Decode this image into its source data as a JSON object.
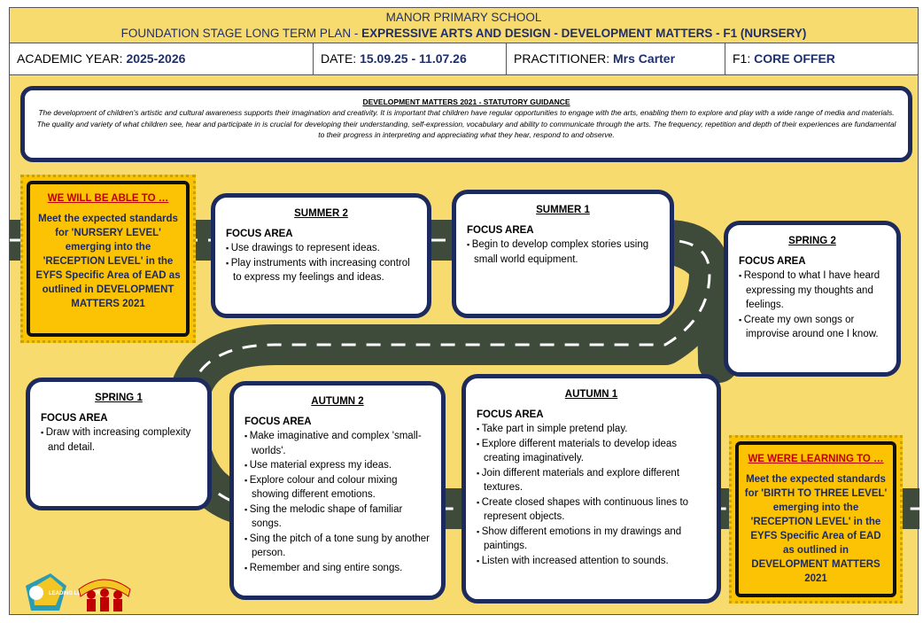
{
  "header": {
    "school": "MANOR PRIMARY SCHOOL",
    "plan_prefix": "FOUNDATION STAGE LONG TERM PLAN - ",
    "plan_subject": "EXPRESSIVE ARTS AND DESIGN - DEVELOPMENT MATTERS - F1 (NURSERY)"
  },
  "info": {
    "year_label": "ACADEMIC YEAR: ",
    "year_value": "2025-2026",
    "date_label": "DATE:  ",
    "date_value": "15.09.25 - 11.07.26",
    "practitioner_label": "PRACTITIONER: ",
    "practitioner_value": "Mrs Carter",
    "offer_label": "F1: ",
    "offer_value": "CORE OFFER"
  },
  "guidance": {
    "title": "DEVELOPMENT MATTERS 2021 - STATUTORY GUIDANCE",
    "text": "The development of children's artistic and cultural awareness supports their imagination and creativity. It is important that children have regular opportunities to engage with the arts, enabling them to explore and play with a wide range of media and materials. The quality and variety of what children see, hear and participate in is crucial for developing their understanding, self-expression, vocabulary and ability to communicate through the arts. The frequency, repetition and depth of their experiences are fundamental to their progress in interpreting and appreciating what they hear, respond to and observe."
  },
  "will_be_able": {
    "title": "WE WILL BE ABLE TO …",
    "text": "Meet the expected standards for 'NURSERY LEVEL' emerging into the 'RECEPTION LEVEL' in the EYFS Specific Area of EAD as outlined in DEVELOPMENT MATTERS 2021"
  },
  "were_learning": {
    "title": "WE WERE LEARNING TO …",
    "text": "Meet the expected standards for 'BIRTH TO THREE LEVEL' emerging into the 'RECEPTION LEVEL' in the EYFS Specific Area of EAD as outlined in DEVELOPMENT MATTERS 2021"
  },
  "focus_label": "FOCUS AREA",
  "terms": {
    "summer2": {
      "title": "SUMMER 2",
      "items": [
        "Use drawings to represent ideas.",
        "Play instruments with increasing control to express my feelings and ideas."
      ]
    },
    "summer1": {
      "title": "SUMMER 1",
      "items": [
        "Begin to develop complex stories using small world equipment."
      ]
    },
    "spring2": {
      "title": "SPRING 2",
      "items": [
        "Respond to what I have heard expressing my thoughts and feelings.",
        "Create my own songs or improvise around one I know."
      ]
    },
    "spring1": {
      "title": "SPRING 1",
      "items": [
        "Draw with increasing complexity and detail."
      ]
    },
    "autumn2": {
      "title": "AUTUMN 2",
      "items": [
        "Make imaginative and complex 'small-worlds'.",
        "Use material express my ideas.",
        "Explore colour and colour mixing showing different emotions.",
        "Sing the melodic shape of familiar songs.",
        "Sing the pitch of a tone sung by another person.",
        "Remember and sing entire songs."
      ]
    },
    "autumn1": {
      "title": "AUTUMN 1",
      "items": [
        "Take part in simple pretend play.",
        "Explore different materials to develop ideas creating imaginatively.",
        "Join different materials and explore different textures.",
        "Create closed shapes with continuous lines to represent objects.",
        "Show different emotions in my drawings and paintings.",
        "Listen with increased attention to sounds."
      ]
    }
  },
  "logos": {
    "leading_learners": "LEADING LEARNERS"
  },
  "colors": {
    "background": "#f8db6f",
    "navy": "#1c2a5e",
    "road": "#3e4a3a",
    "highlight": "#fcc204",
    "title_red": "#c00000"
  }
}
